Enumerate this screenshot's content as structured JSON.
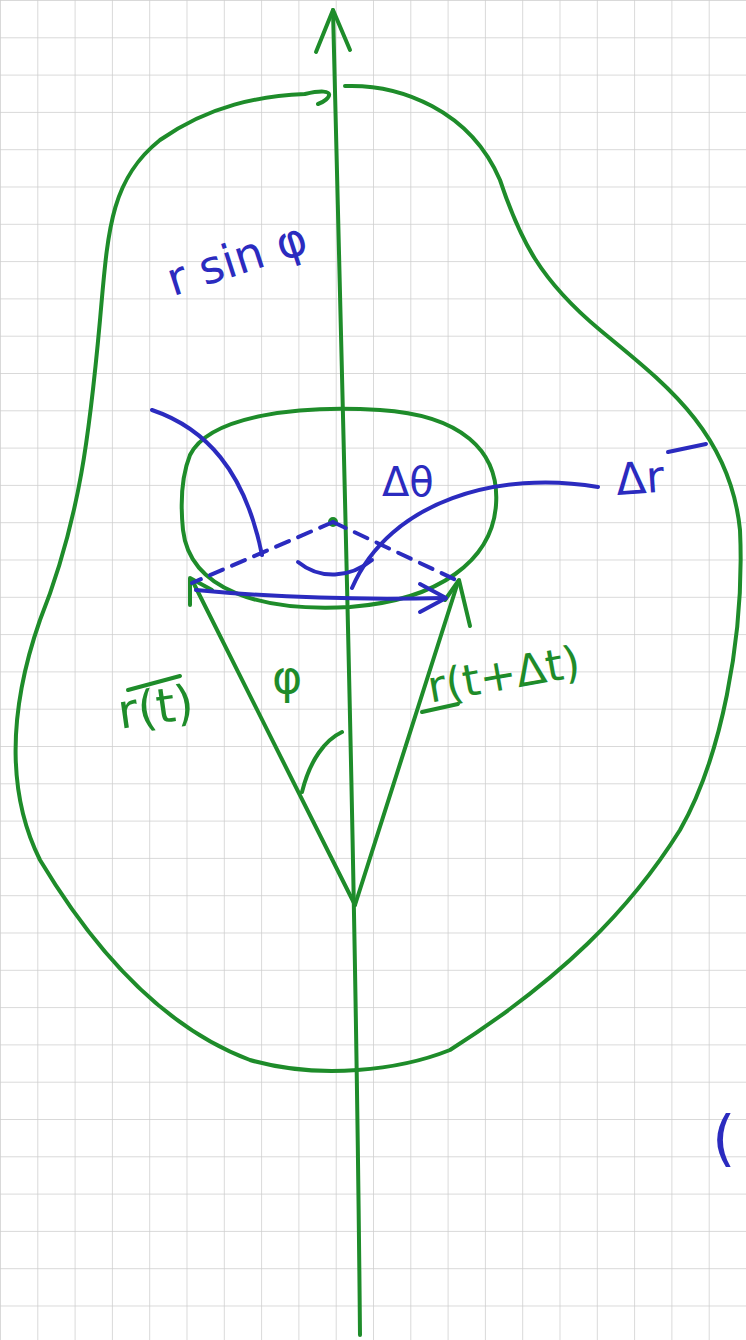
{
  "diagram": {
    "labels": [
      "r sin φ",
      "Δθ",
      "Δr",
      "r(t)",
      "φ",
      "r(t+Δt)",
      "("
    ]
  }
}
